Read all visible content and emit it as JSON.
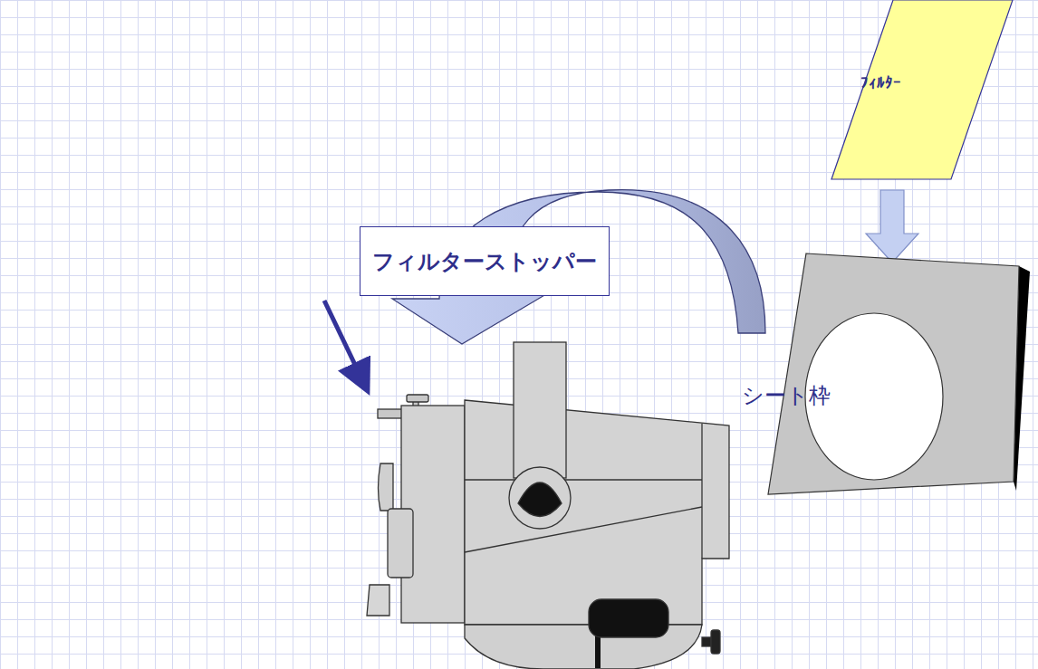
{
  "diagram": {
    "nodes": [
      {
        "text": [
          "ﾌｨﾙﾀｰ"
        ]
      },
      {
        "text": [
          "シート枠"
        ]
      },
      {
        "text": [
          "フィルターストッパー"
        ]
      }
    ],
    "edges": [
      {
        "from": 0,
        "to": 1,
        "arrow": "to"
      }
    ]
  }
}
